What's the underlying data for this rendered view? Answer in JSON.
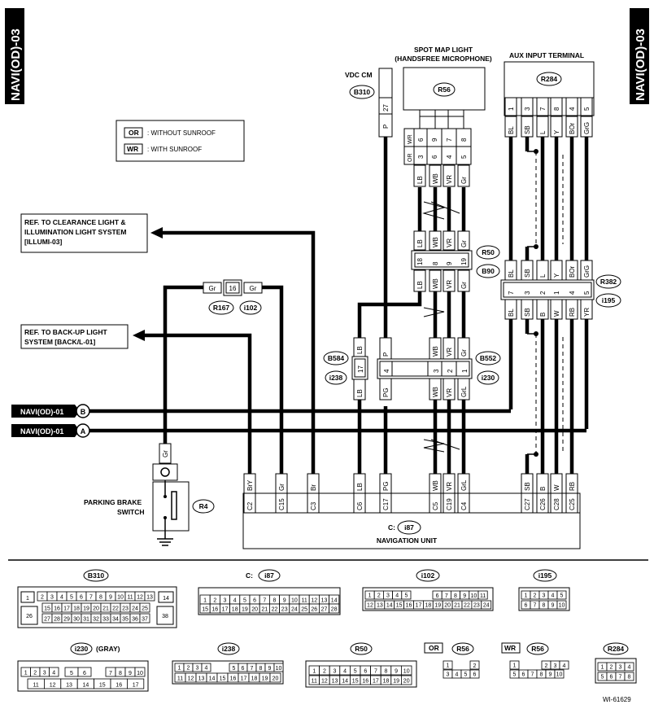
{
  "sidebar": {
    "left": "NAVI(OD)-03",
    "right": "NAVI(OD)-03"
  },
  "legend": {
    "or_code": "OR",
    "or_text": ": WITHOUT SUNROOF",
    "wr_code": "WR",
    "wr_text": ": WITH SUNROOF"
  },
  "vdc": {
    "label": "VDC CM",
    "code": "B310",
    "pin": "27",
    "wire": "P"
  },
  "spot": {
    "title1": "SPOT MAP LIGHT",
    "title2": "(HANDSFREE MICROPHONE)",
    "code": "R56",
    "or_row": [
      "OR",
      "3",
      "6",
      "4",
      "5"
    ],
    "wr_row": [
      "WR",
      "6",
      "9",
      "7",
      "8"
    ],
    "wires": [
      "LB",
      "WB",
      "VR",
      "Gr"
    ]
  },
  "aux": {
    "title": "AUX INPUT TERMINAL",
    "code": "R284",
    "pins": [
      "1",
      "3",
      "7",
      "8",
      "4",
      "5"
    ],
    "wires": [
      "BL",
      "SB",
      "L",
      "Y",
      "BOr",
      "GrG"
    ]
  },
  "r50": {
    "code_top": "R50",
    "code_bot": "B90",
    "top_wires": [
      "LB",
      "WB",
      "VR",
      "Gr"
    ],
    "pins": [
      "18",
      "8",
      "9",
      "19"
    ],
    "bot_wires": [
      "LB",
      "WB",
      "VR",
      "Gr"
    ]
  },
  "r382": {
    "code_top": "R382",
    "code_bot": "i195",
    "top_wires": [
      "BL",
      "SB",
      "L",
      "Y",
      "BOr",
      "GrG"
    ],
    "pins": [
      "7",
      "3",
      "2",
      "1",
      "4",
      "5"
    ],
    "bot_wires": [
      "BL",
      "SB",
      "B",
      "W",
      "RB",
      "YR"
    ]
  },
  "ref1": {
    "line1": "REF. TO CLEARANCE LIGHT &",
    "line2": "ILLUMINATION LIGHT SYSTEM",
    "line3": "[ILLUMI-03]"
  },
  "ref2": {
    "line1": "REF. TO BACK-UP LIGHT",
    "line2": "SYSTEM [BACK/L-01]"
  },
  "r167": {
    "wire_l": "Gr",
    "pin": "16",
    "wire_r": "Gr",
    "code1": "R167",
    "code2": "i102"
  },
  "b584": {
    "code1": "B584",
    "code2": "i238",
    "wire_top": "LB",
    "pin": "17",
    "wire_bot": "LB"
  },
  "b552": {
    "code1": "B552",
    "code2": "i230",
    "top_wires": [
      "P",
      "WB",
      "VR",
      "Gr"
    ],
    "pins": [
      "4",
      "3",
      "2",
      "1"
    ],
    "bot_wires": [
      "PG",
      "WB",
      "VR",
      "GrL"
    ]
  },
  "navi_b": {
    "label": "NAVI(OD)-01",
    "letter": "B"
  },
  "navi_a": {
    "label": "NAVI(OD)-01",
    "letter": "A"
  },
  "parking": {
    "line1": "PARKING BRAKE",
    "line2": "SWITCH",
    "code": "R4",
    "wire": "Gr"
  },
  "nav_unit": {
    "title": "NAVIGATION UNIT",
    "prefix": "C:",
    "code": "i87",
    "wires": [
      "BrY",
      "Gr",
      "Br",
      "LB",
      "PG",
      "WB",
      "VR",
      "GrL",
      "SB",
      "B",
      "W",
      "RB"
    ],
    "pins": [
      "C2",
      "C15",
      "C3",
      "C6",
      "C17",
      "C5",
      "C19",
      "C4",
      "C27",
      "C26",
      "C28",
      "C25"
    ]
  },
  "connectors": {
    "b310": {
      "code": "B310",
      "row1": [
        "2",
        "3",
        "4",
        "5",
        "6",
        "7",
        "8",
        "9",
        "10",
        "11",
        "12",
        "13"
      ],
      "row2": [
        "15",
        "16",
        "17",
        "18",
        "19",
        "20",
        "21",
        "22",
        "23",
        "24",
        "25"
      ],
      "row3": [
        "27",
        "28",
        "29",
        "30",
        "31",
        "32",
        "33",
        "34",
        "35",
        "36",
        "37"
      ],
      "left1": "1",
      "left2": "26",
      "right1": "14",
      "right2": "38"
    },
    "i87": {
      "prefix": "C:",
      "code": "i87",
      "row1": [
        "1",
        "2",
        "3",
        "4",
        "5",
        "6",
        "7",
        "8",
        "9",
        "10",
        "11",
        "12",
        "13",
        "14"
      ],
      "row2": [
        "15",
        "16",
        "17",
        "18",
        "19",
        "20",
        "21",
        "22",
        "23",
        "24",
        "25",
        "26",
        "27",
        "28"
      ]
    },
    "i102": {
      "code": "i102",
      "row1": [
        "1",
        "2",
        "3",
        "4",
        "5",
        "6",
        "7",
        "8",
        "9",
        "10",
        "11"
      ],
      "row2": [
        "12",
        "13",
        "14",
        "15",
        "16",
        "17",
        "18",
        "19",
        "20",
        "21",
        "22",
        "23",
        "24"
      ]
    },
    "i195": {
      "code": "i195",
      "row1": [
        "1",
        "2",
        "3",
        "4",
        "5"
      ],
      "row2": [
        "6",
        "7",
        "8",
        "9",
        "10"
      ]
    },
    "i230": {
      "code": "i230",
      "suffix": "(GRAY)",
      "row1": [
        "1",
        "2",
        "3",
        "4",
        "5",
        "6",
        "7",
        "8",
        "9",
        "10"
      ],
      "row2": [
        "11",
        "12",
        "13",
        "14",
        "15",
        "16",
        "17"
      ]
    },
    "i238": {
      "code": "i238",
      "row1": [
        "1",
        "2",
        "3",
        "4",
        "5",
        "6",
        "7",
        "8",
        "9",
        "10"
      ],
      "row2": [
        "11",
        "12",
        "13",
        "14",
        "15",
        "16",
        "17",
        "18",
        "19",
        "20"
      ]
    },
    "r50": {
      "code": "R50",
      "row1": [
        "1",
        "2",
        "3",
        "4",
        "5",
        "6",
        "7",
        "8",
        "9",
        "10"
      ],
      "row2": [
        "11",
        "12",
        "13",
        "14",
        "15",
        "16",
        "17",
        "18",
        "19",
        "20"
      ]
    },
    "r56_or": {
      "tag": "OR",
      "code": "R56",
      "row1": [
        "1",
        "2"
      ],
      "row2": [
        "3",
        "4",
        "5",
        "6"
      ]
    },
    "r56_wr": {
      "tag": "WR",
      "code": "R56",
      "row1": [
        "1",
        "2",
        "3",
        "4"
      ],
      "row2": [
        "5",
        "6",
        "7",
        "8",
        "9",
        "10"
      ]
    },
    "r284": {
      "code": "R284",
      "row1": [
        "1",
        "2",
        "3",
        "4"
      ],
      "row2": [
        "5",
        "6",
        "7",
        "8"
      ]
    }
  },
  "footer_code": "WI-61629"
}
